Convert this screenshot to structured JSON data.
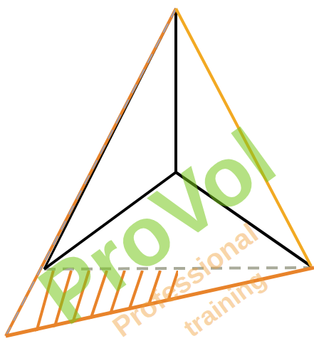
{
  "diagram": {
    "labels": [
      "ProVol",
      "Professional",
      "training"
    ]
  }
}
